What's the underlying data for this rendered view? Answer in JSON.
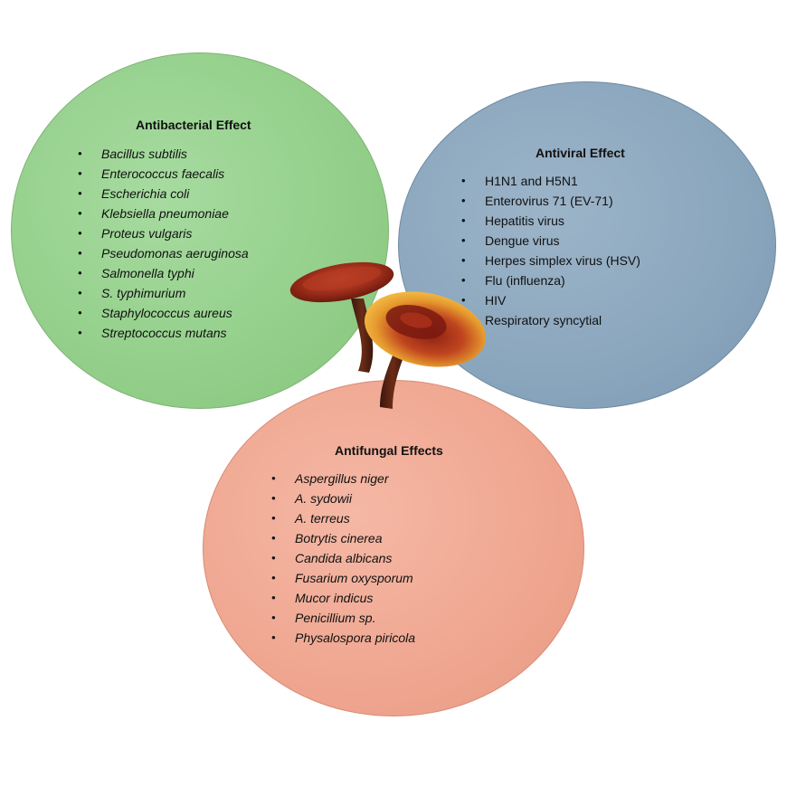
{
  "antibacterial": {
    "title": "Antibacterial Effect",
    "items": [
      "Bacillus subtilis",
      "Enterococcus faecalis",
      "Escherichia coli",
      "Klebsiella pneumoniae",
      "Proteus vulgaris",
      "Pseudomonas aeruginosa",
      "Salmonella typhi",
      "S. typhimurium",
      "Staphylococcus aureus",
      "Streptococcus mutans"
    ],
    "color": "#93cf8a"
  },
  "antiviral": {
    "title": "Antiviral Effect",
    "items": [
      "H1N1 and H5N1",
      "Enterovirus 71 (EV-71)",
      "Hepatitis virus",
      "Dengue virus",
      "Herpes simplex virus (HSV)",
      "Flu (influenza)",
      "HIV",
      "Respiratory syncytial"
    ],
    "color": "#8aa6bd"
  },
  "antifungal": {
    "title": "Antifungal Effects",
    "items": [
      "Aspergillus niger",
      "A. sydowii",
      "A. terreus",
      "Botrytis cinerea",
      "Candida albicans",
      "Fusarium oxysporum",
      "Mucor indicus",
      "Penicillium sp.",
      "Physalospora piricola"
    ],
    "color": "#efa690"
  },
  "illustration": {
    "icon": "reishi-mushroom-icon"
  }
}
